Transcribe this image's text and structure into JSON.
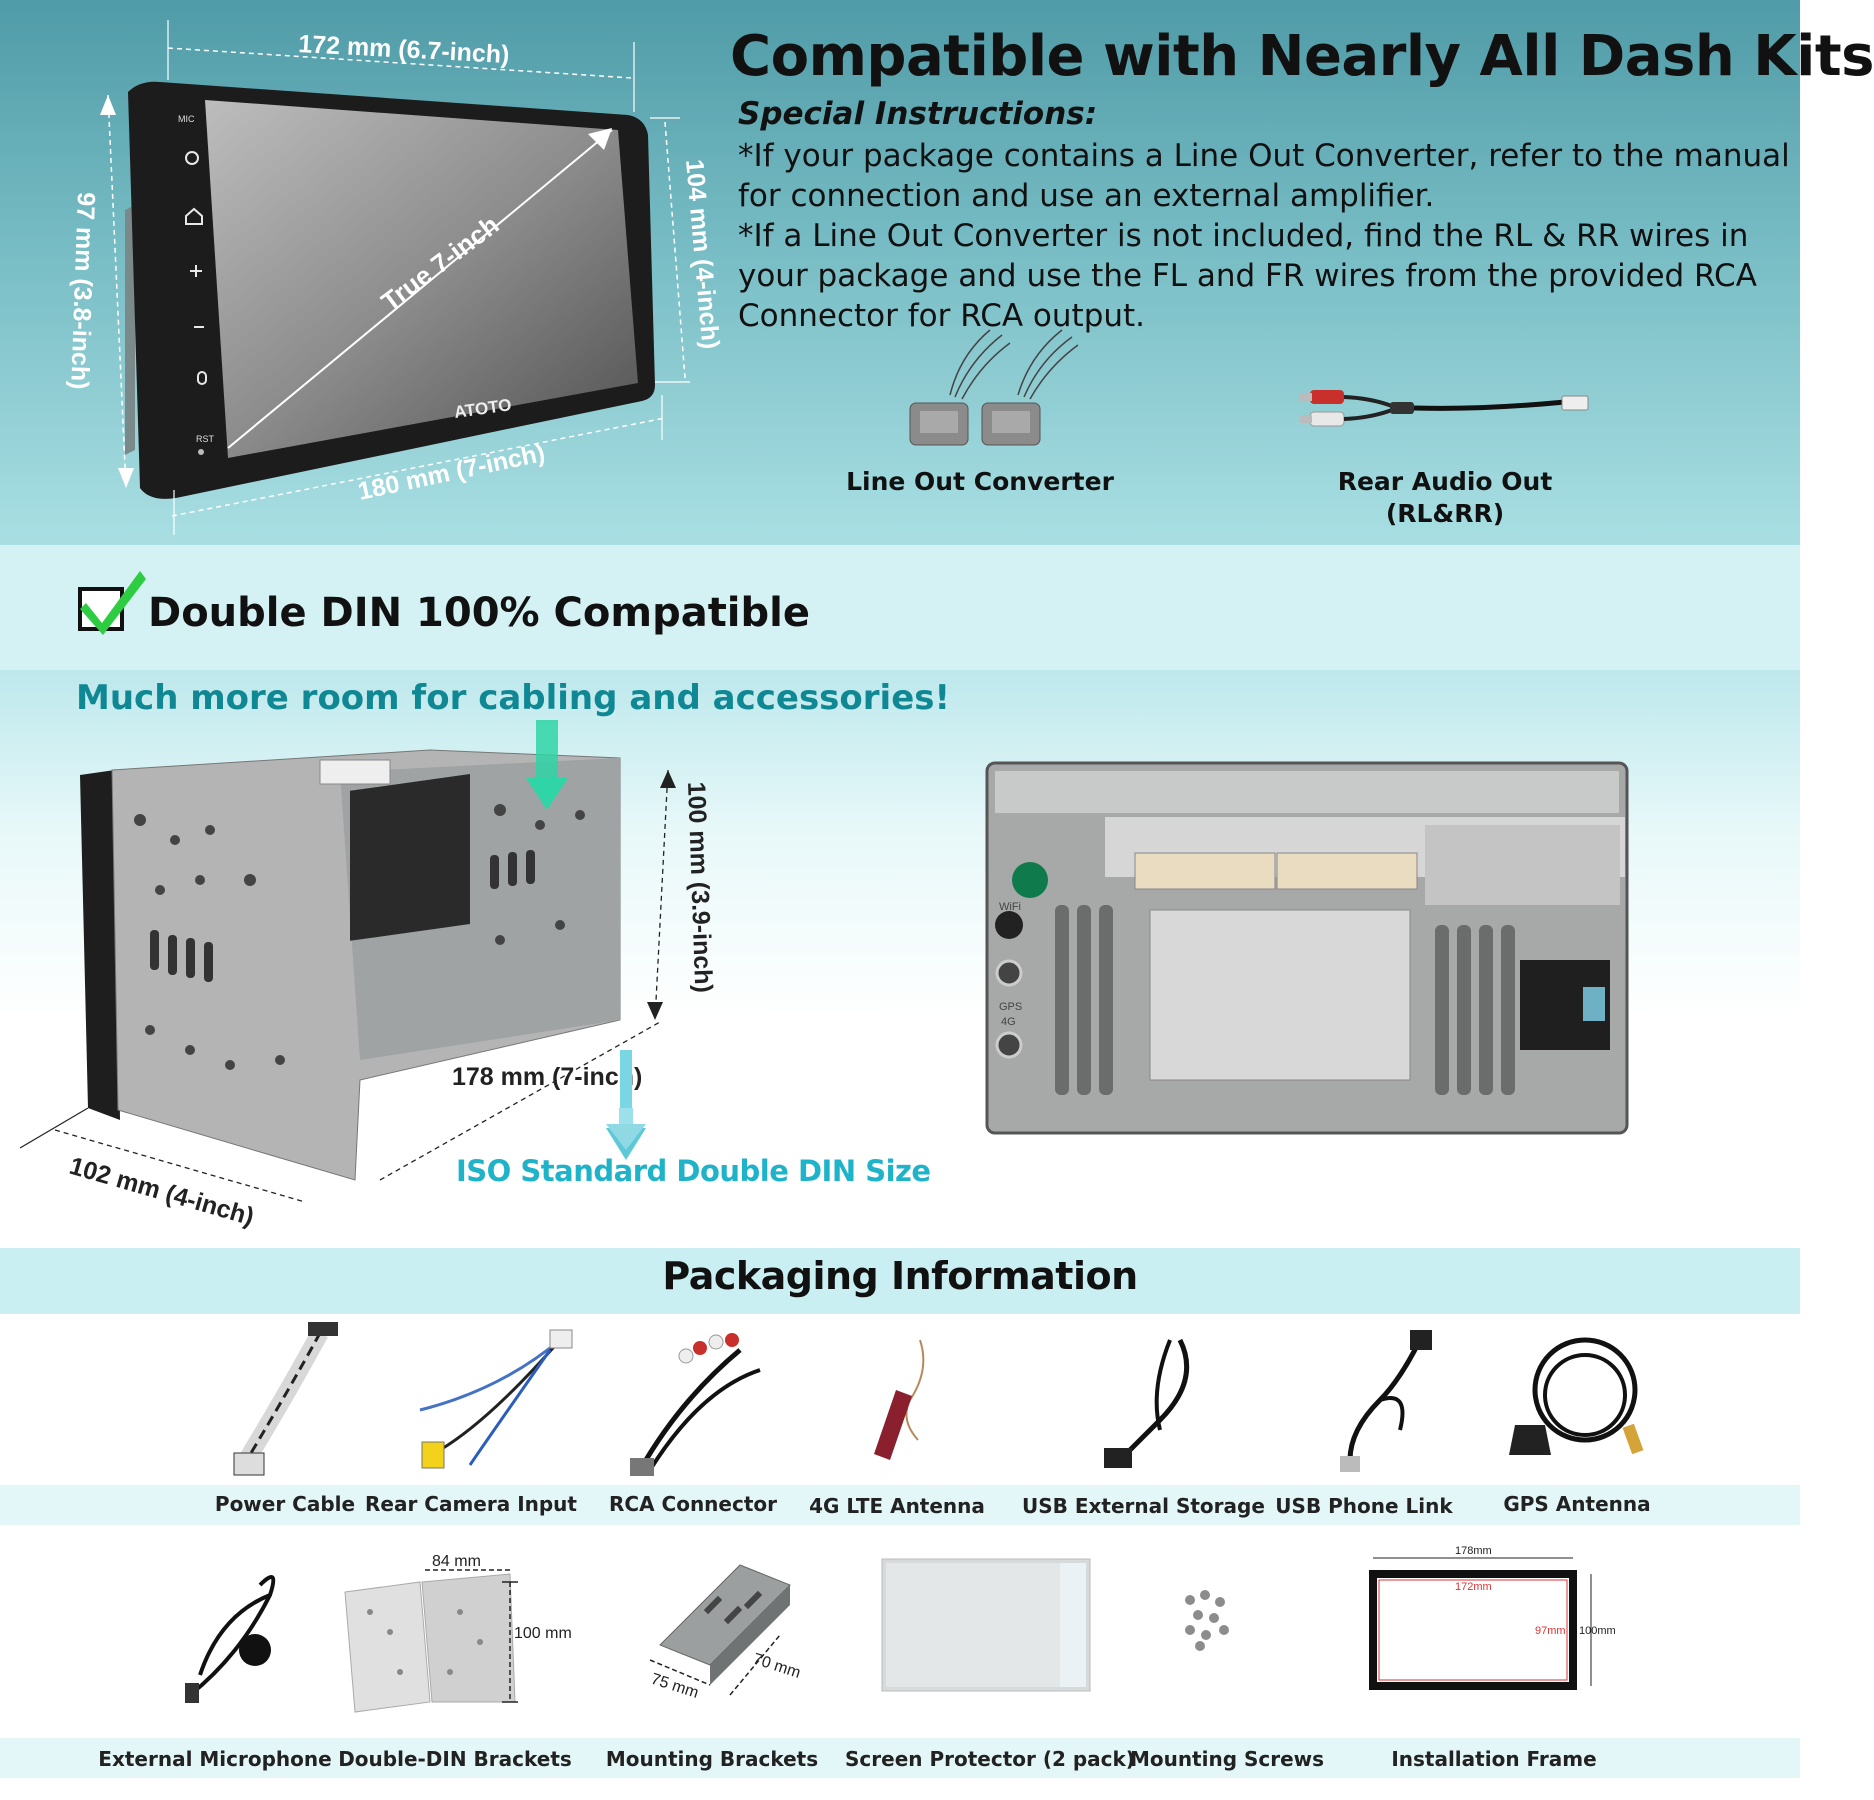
{
  "header": {
    "title": "Compatible with Nearly All Dash Kits",
    "instructions_heading": "Special Instructions:",
    "instruction_1": "*If your package contains a Line Out Converter, refer to the manual for connection and use an external amplifier.",
    "instruction_2": "*If a Line Out Converter is not included, find the RL & RR wires in your package and use the FL and FR wires from the provided RCA Connector for RCA output."
  },
  "screen_dimensions": {
    "top_width": "172 mm (6.7-inch)",
    "bottom_width": "180 mm (7-inch)",
    "left_height": "97 mm (3.8-inch)",
    "right_height": "104 mm (4-inch)",
    "diagonal": "True 7-inch",
    "brand": "ATOTO",
    "button_labels": [
      "MIC",
      "RST"
    ]
  },
  "accessories": {
    "line_out": "Line Out Converter",
    "rear_audio_line1": "Rear Audio Out",
    "rear_audio_line2": "(RL&RR)"
  },
  "din": {
    "title": "Double DIN 100% Compatible",
    "subtitle": "Much more room for cabling and accessories!",
    "height": "100 mm (3.9-inch)",
    "width": "178 mm (7-inch)",
    "depth": "102 mm (4-inch)",
    "iso_label": "ISO Standard Double DIN Size",
    "rear_port_labels": [
      "WiFi",
      "GPS",
      "4G"
    ]
  },
  "packaging": {
    "title": "Packaging Information",
    "row1": [
      "Power Cable",
      "Rear Camera Input",
      "RCA Connector",
      "4G LTE Antenna",
      "USB External Storage",
      "USB Phone Link",
      "GPS Antenna"
    ],
    "row2": [
      "External Microphone",
      "Double-DIN Brackets",
      "Mounting Brackets",
      "Screen Protector (2 pack)",
      "Mounting Screws",
      "Installation Frame"
    ],
    "bracket_dims": {
      "width": "84 mm",
      "height": "100 mm"
    },
    "mount_dims": {
      "width": "75 mm",
      "height": "70 mm"
    },
    "frame_dims": {
      "outer_w": "178mm",
      "inner_w": "172mm",
      "inner_h": "97mm",
      "outer_h": "100mm"
    }
  },
  "colors": {
    "accent_teal": "#0f8894",
    "iso_blue": "#1fb3c9",
    "check_green": "#2ecc40",
    "arrow_green": "#2fd5a6"
  }
}
